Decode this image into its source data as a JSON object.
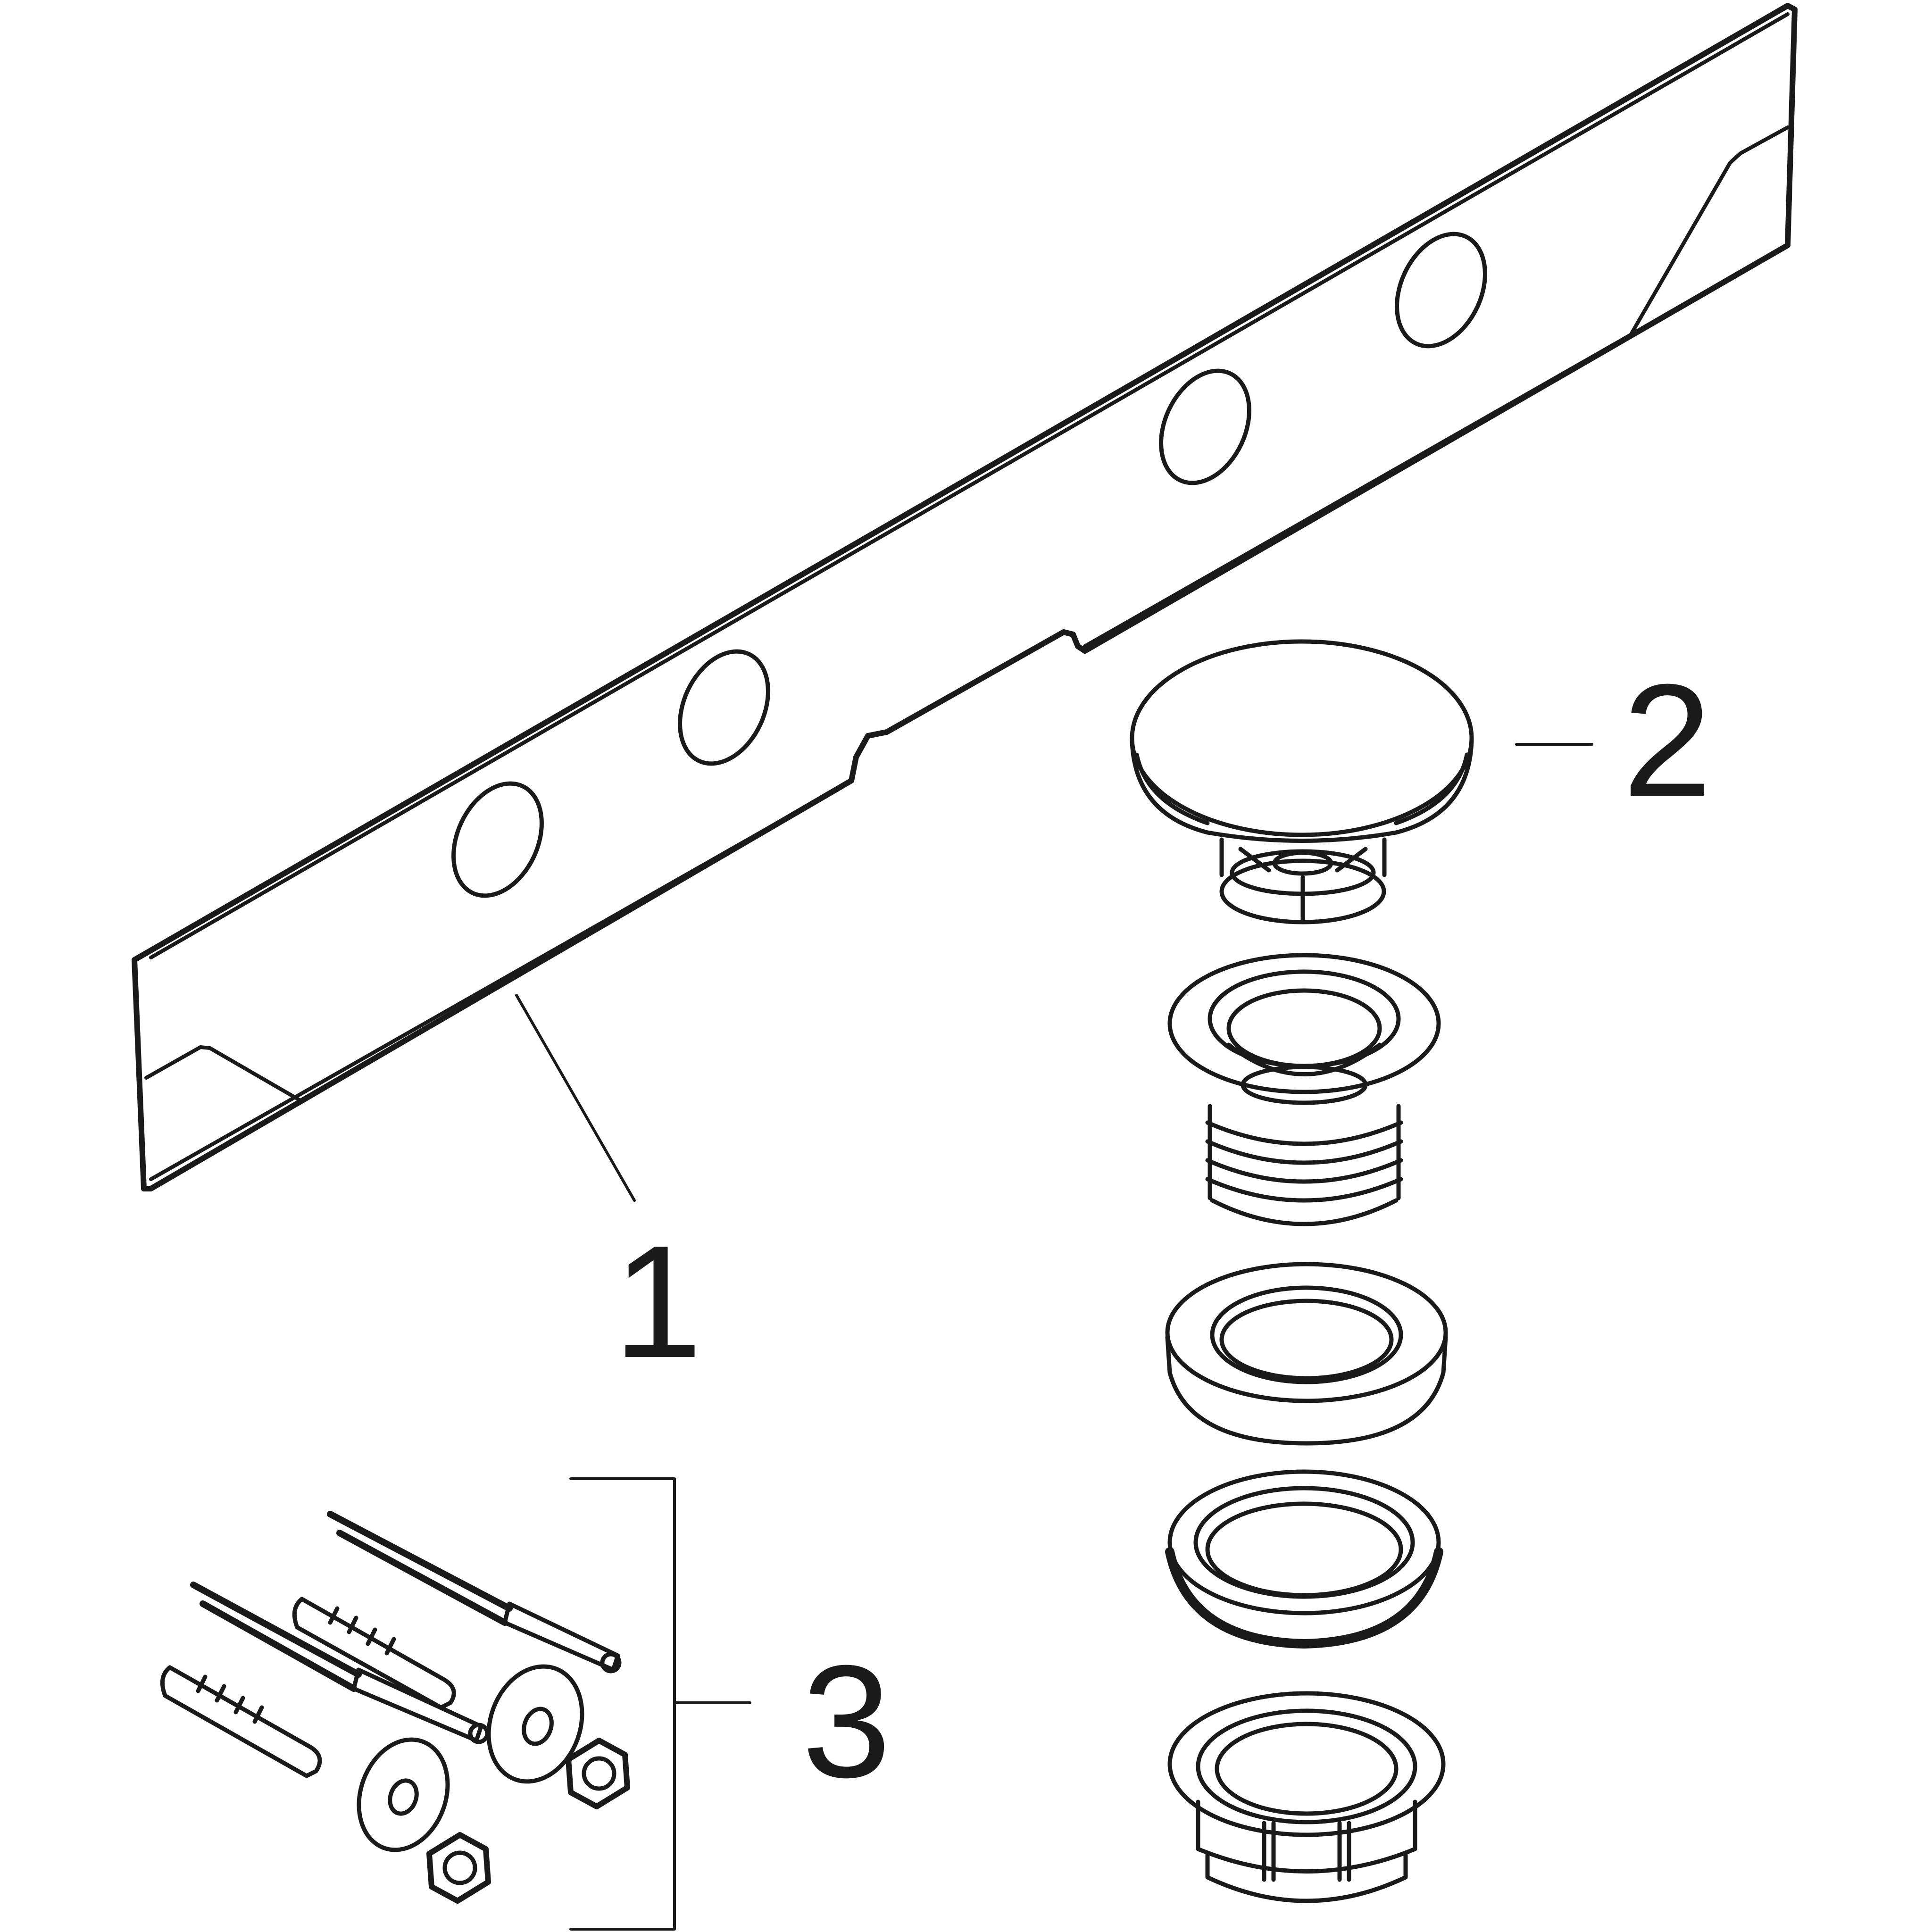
{
  "callouts": [
    {
      "label": "1",
      "part": "mounting-rail"
    },
    {
      "label": "2",
      "part": "waste-valve-set"
    },
    {
      "label": "3",
      "part": "fixing-set"
    }
  ],
  "colors": {
    "line": "#1a1a1a",
    "background": "#ffffff"
  }
}
